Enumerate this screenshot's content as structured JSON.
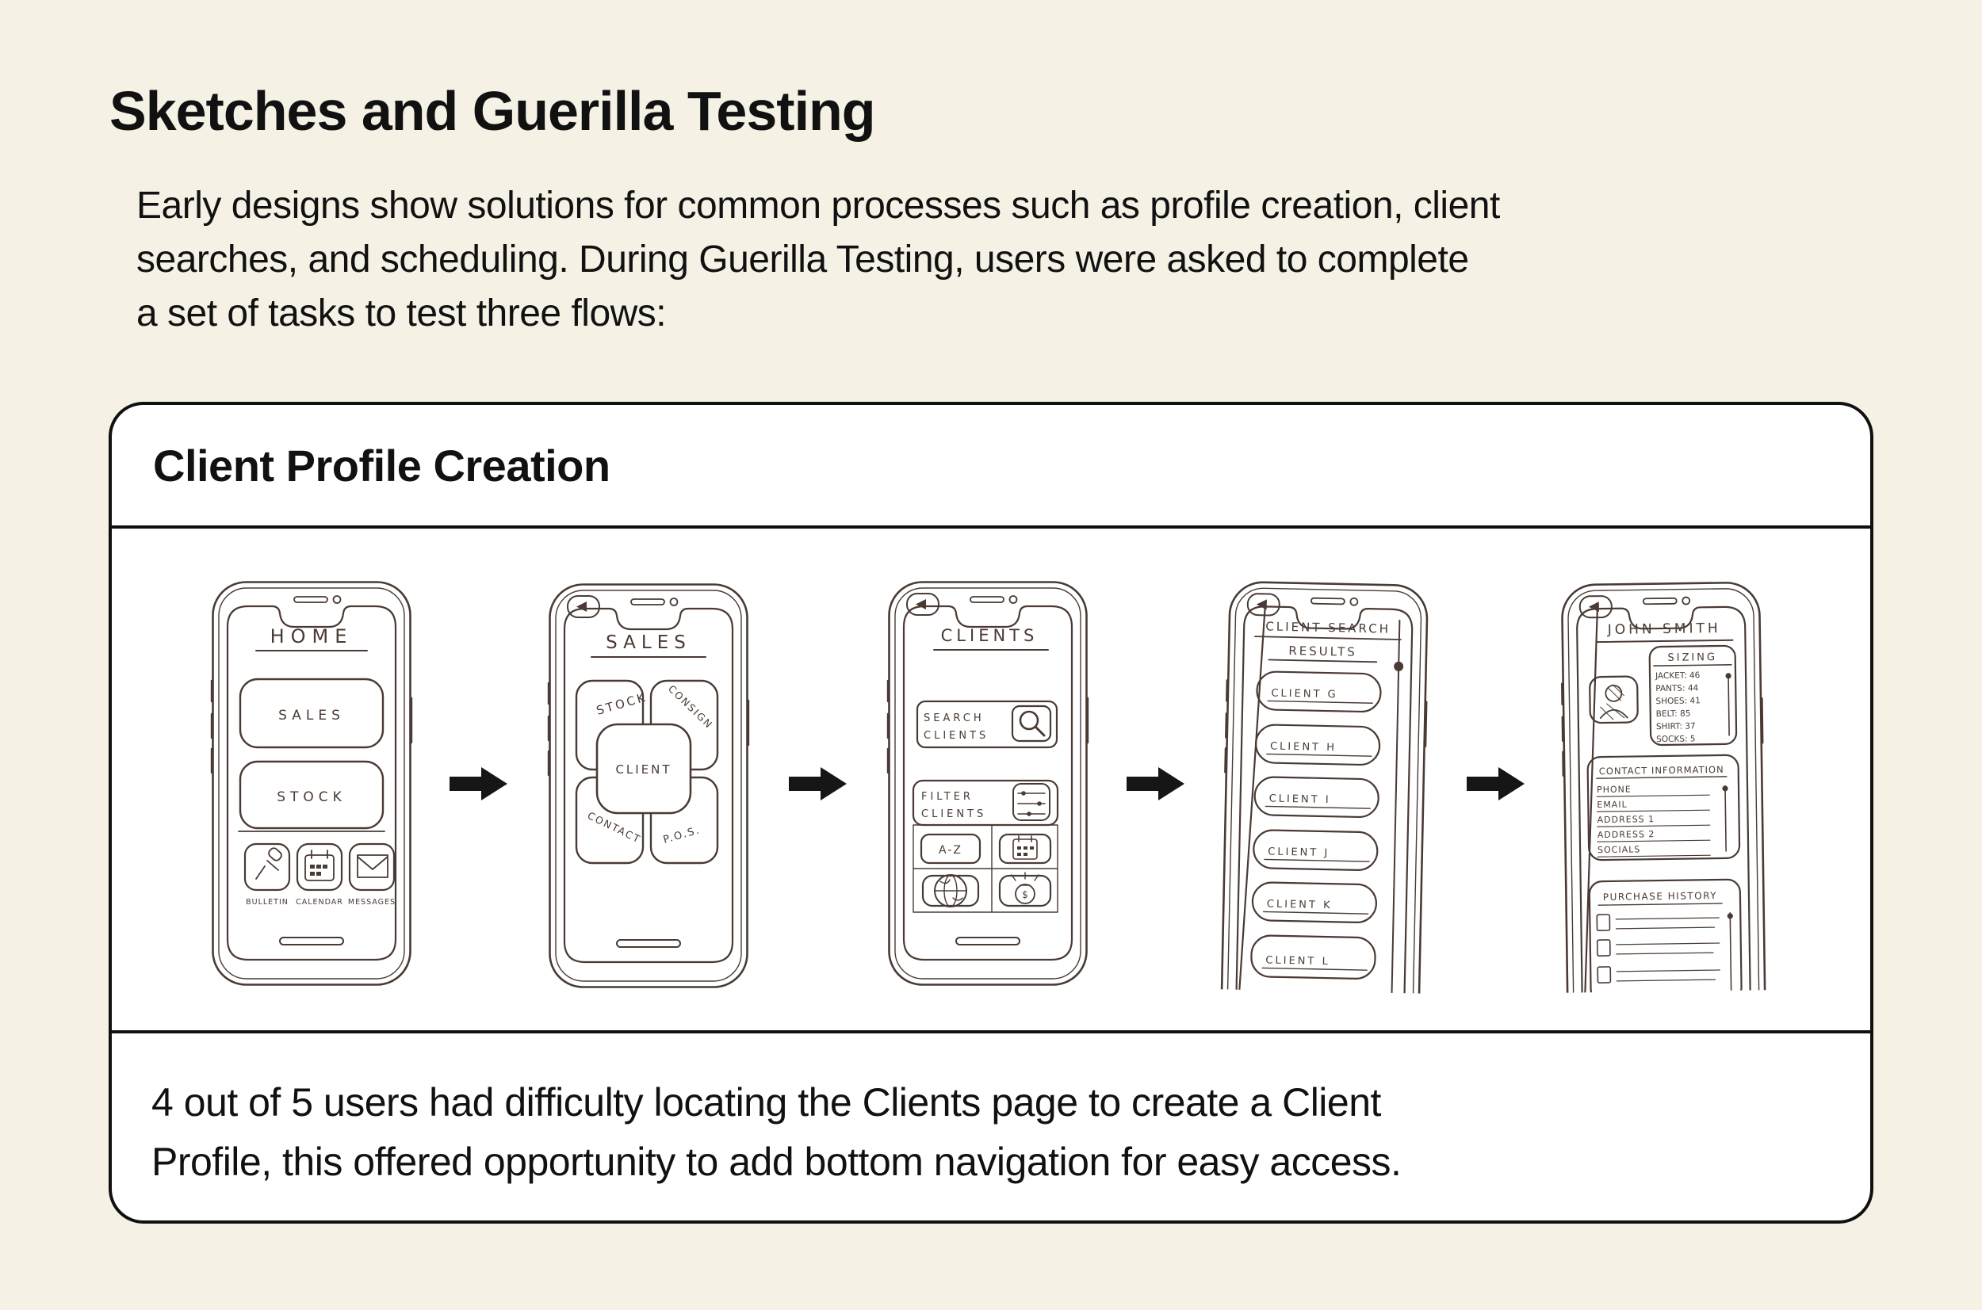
{
  "colors": {
    "page-bg": "#f5f1e5",
    "card-bg": "#ffffff",
    "border": "#101010",
    "text": "#111111",
    "ink": "#4a3a33",
    "arrow": "#161616"
  },
  "page": {
    "title": "Sketches and Guerilla Testing",
    "intro_lines": [
      "Early designs show solutions for common processes such as profile creation, client",
      "searches, and scheduling. During Guerilla Testing, users were asked to complete",
      "a set of tasks to test three flows:"
    ]
  },
  "card": {
    "title": "Client Profile Creation",
    "conclusion_lines": [
      "4 out of 5 users had difficulty locating the Clients page to create a Client",
      "Profile, this offered opportunity to add bottom navigation for easy access."
    ]
  },
  "sketches": {
    "home": {
      "title": "HOME",
      "buttons": [
        "SALES",
        "STOCK"
      ],
      "dock": [
        {
          "icon": "pushpin-icon",
          "label": "BULLETIN"
        },
        {
          "icon": "calendar-icon",
          "label": "CALENDAR"
        },
        {
          "icon": "envelope-icon",
          "label": "MESSAGES"
        }
      ]
    },
    "sales": {
      "title": "SALES",
      "center": "CLIENT",
      "quadrants": [
        "STOCK",
        "CONSIGN",
        "CONTACT",
        "P.O.S."
      ]
    },
    "clients": {
      "title": "CLIENTS",
      "search_line1": "SEARCH",
      "search_line2": "CLIENTS",
      "filter_line1": "FILTER",
      "filter_line2": "CLIENTS",
      "sort_az": "A-Z",
      "money_symbol": "$"
    },
    "results": {
      "title_line1": "CLIENT SEARCH",
      "title_line2": "RESULTS",
      "items": [
        "CLIENT G",
        "CLIENT H",
        "CLIENT I",
        "CLIENT J",
        "CLIENT K",
        "CLIENT L"
      ]
    },
    "profile": {
      "title": "JOHN SMITH",
      "sizing_title": "SIZING",
      "sizing_rows": [
        "JACKET: 46",
        "PANTS: 44",
        "SHOES: 41",
        "BELT: 85",
        "SHIRT: 37",
        "SOCKS: 5"
      ],
      "contact_title": "CONTACT INFORMATION",
      "contact_rows": [
        "PHONE",
        "EMAIL",
        "ADDRESS 1",
        "ADDRESS 2",
        "SOCIALS"
      ],
      "purchase_title": "PURCHASE HISTORY"
    }
  }
}
